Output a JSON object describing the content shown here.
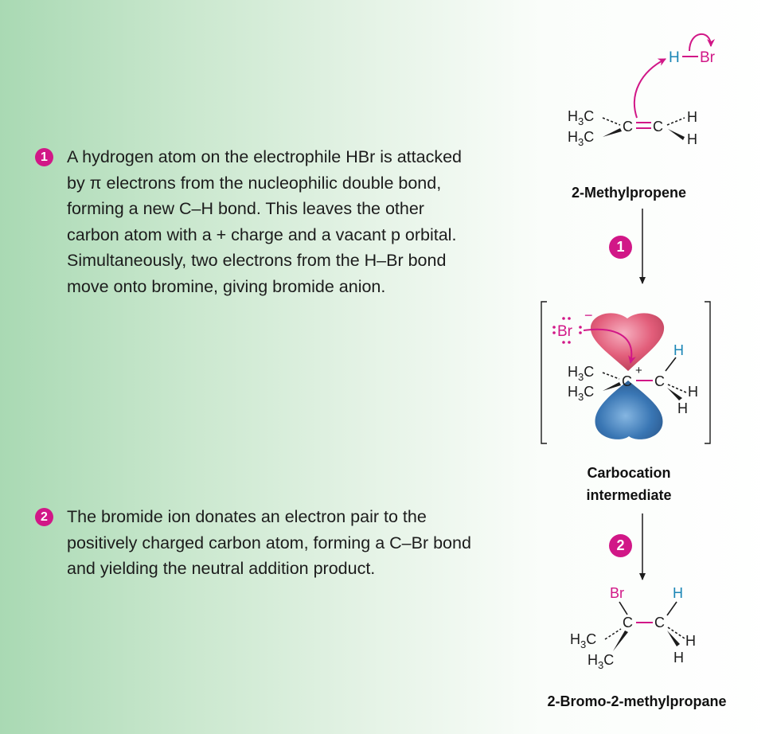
{
  "steps": [
    {
      "number": "1",
      "text": "A hydrogen atom on the electrophile HBr is attacked by π electrons from the nucleophilic double bond, forming a new C–H bond. This leaves the other carbon atom with a + charge and a vacant p orbital. Simultaneously, two electrons from the H–Br bond move onto bromine, giving bromide anion."
    },
    {
      "number": "2",
      "text": "The bromide ion donates an electron pair to the positively charged carbon atom, forming a C–Br bond and yielding the neutral addition product."
    }
  ],
  "molecules": {
    "reactant": {
      "name": "2-Methylpropene"
    },
    "intermediate": {
      "name_line1": "Carbocation",
      "name_line2": "intermediate"
    },
    "product": {
      "name": "2-Bromo-2-methylpropane"
    }
  },
  "reagent": {
    "h": "H",
    "br": "Br"
  },
  "atoms": {
    "C": "C",
    "H": "H",
    "Br": "Br",
    "methyl_C": "C",
    "subscript": "3",
    "plus": "+",
    "minus": "−"
  },
  "colors": {
    "accent_magenta": "#d11787",
    "hydrogen_blue": "#1b86b6",
    "lobe_red": "#e0506f",
    "lobe_blue": "#2f6fb0",
    "text": "#1c1c1c"
  }
}
